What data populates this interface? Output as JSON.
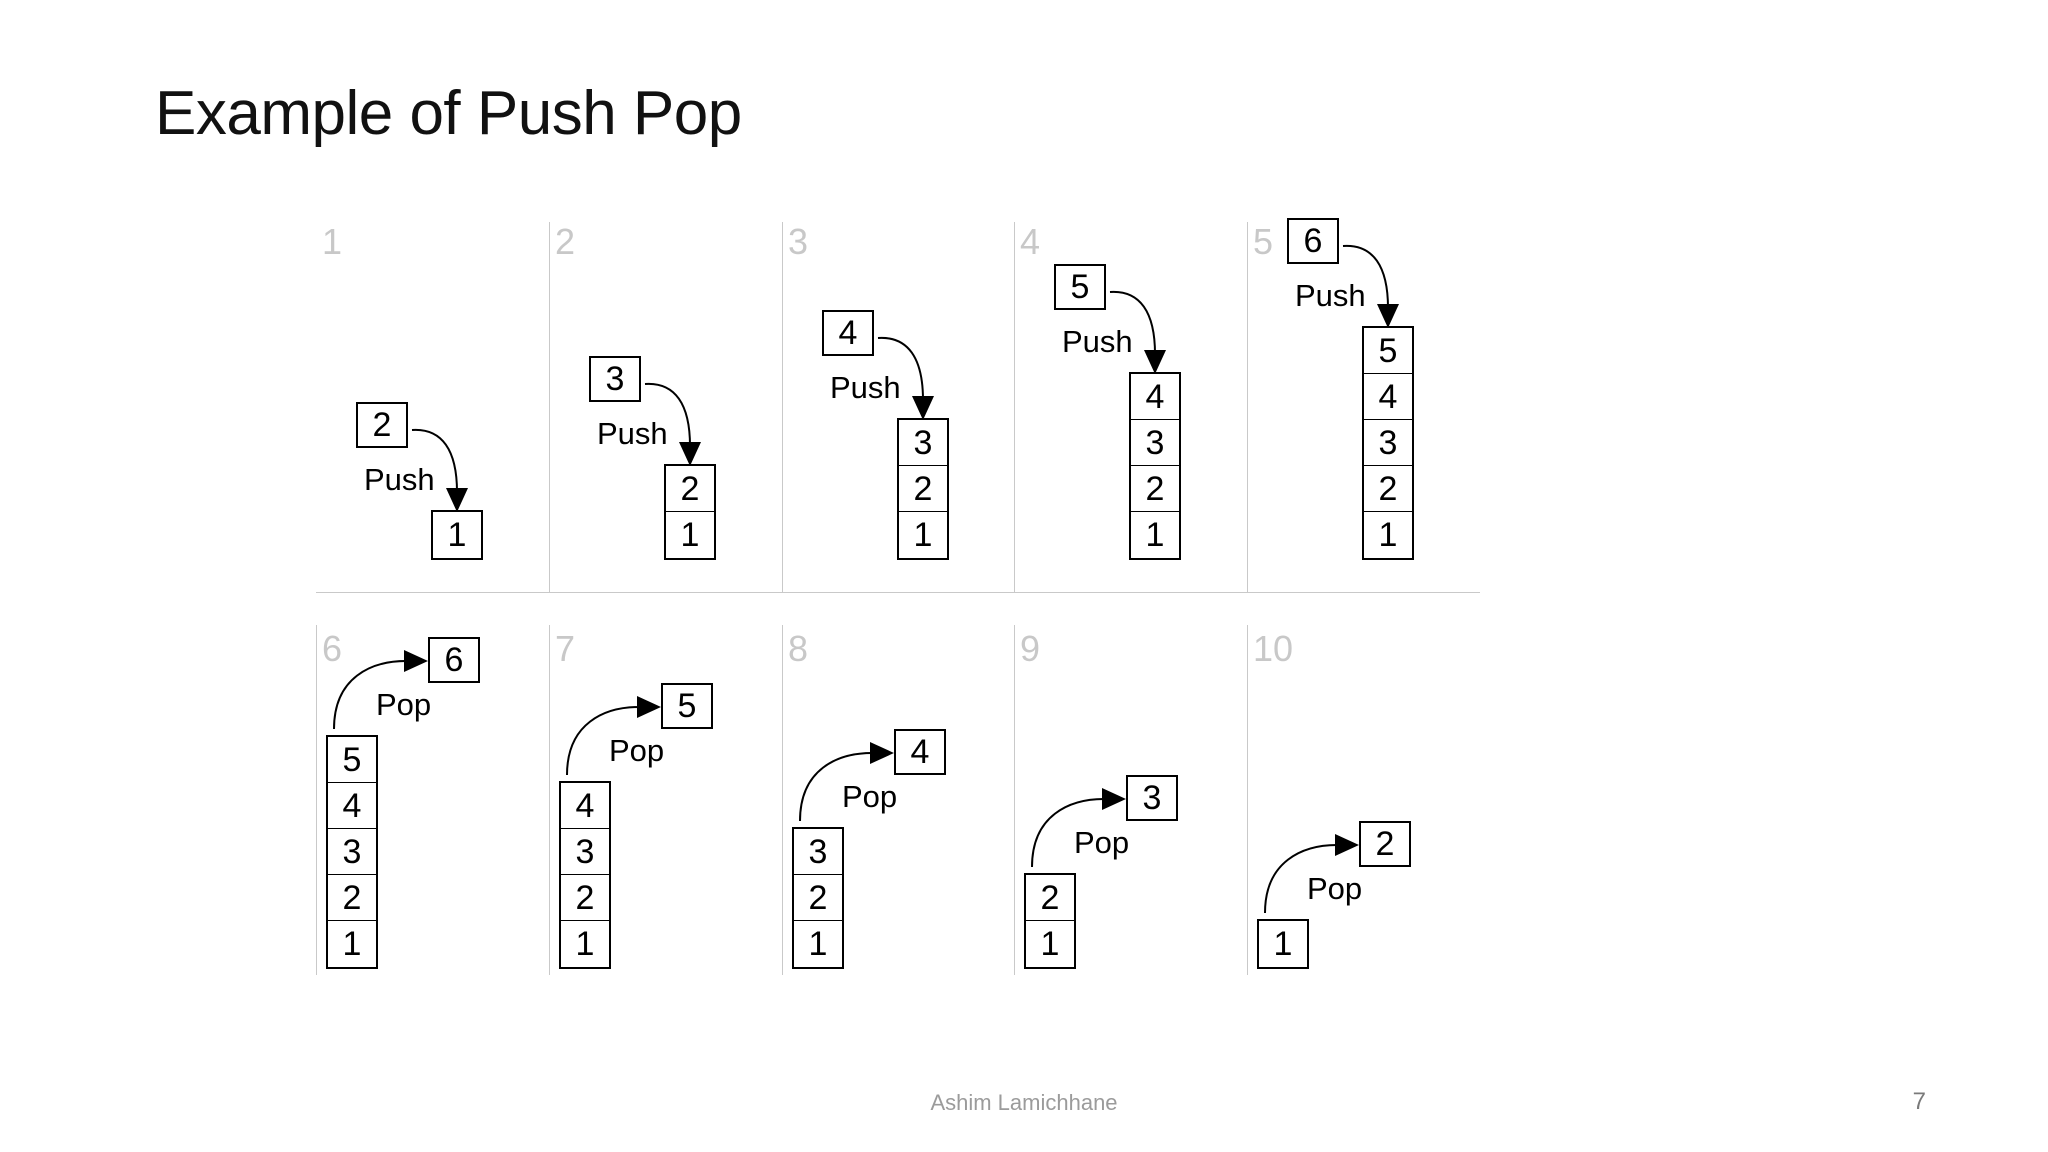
{
  "slide": {
    "title": "Example of Push Pop",
    "footer_author": "Ashim Lamichhane",
    "page_number": "7",
    "colors": {
      "text": "#111111",
      "panel_number": "#c8c8c8",
      "grid_line": "#c9c9c9",
      "footer": "#9b9b9b",
      "box_border": "#000000",
      "background": "#ffffff"
    }
  },
  "panels": [
    {
      "number": "1",
      "operation": "Push",
      "operand": "2",
      "stack": [
        "1"
      ],
      "direction": "push"
    },
    {
      "number": "2",
      "operation": "Push",
      "operand": "3",
      "stack": [
        "2",
        "1"
      ],
      "direction": "push"
    },
    {
      "number": "3",
      "operation": "Push",
      "operand": "4",
      "stack": [
        "3",
        "2",
        "1"
      ],
      "direction": "push"
    },
    {
      "number": "4",
      "operation": "Push",
      "operand": "5",
      "stack": [
        "4",
        "3",
        "2",
        "1"
      ],
      "direction": "push"
    },
    {
      "number": "5",
      "operation": "Push",
      "operand": "6",
      "stack": [
        "5",
        "4",
        "3",
        "2",
        "1"
      ],
      "direction": "push"
    },
    {
      "number": "6",
      "operation": "Pop",
      "operand": "6",
      "stack": [
        "5",
        "4",
        "3",
        "2",
        "1"
      ],
      "direction": "pop"
    },
    {
      "number": "7",
      "operation": "Pop",
      "operand": "5",
      "stack": [
        "4",
        "3",
        "2",
        "1"
      ],
      "direction": "pop"
    },
    {
      "number": "8",
      "operation": "Pop",
      "operand": "4",
      "stack": [
        "3",
        "2",
        "1"
      ],
      "direction": "pop"
    },
    {
      "number": "9",
      "operation": "Pop",
      "operand": "3",
      "stack": [
        "2",
        "1"
      ],
      "direction": "pop"
    },
    {
      "number": "10",
      "operation": "Pop",
      "operand": "2",
      "stack": [
        "1"
      ],
      "direction": "pop"
    }
  ]
}
